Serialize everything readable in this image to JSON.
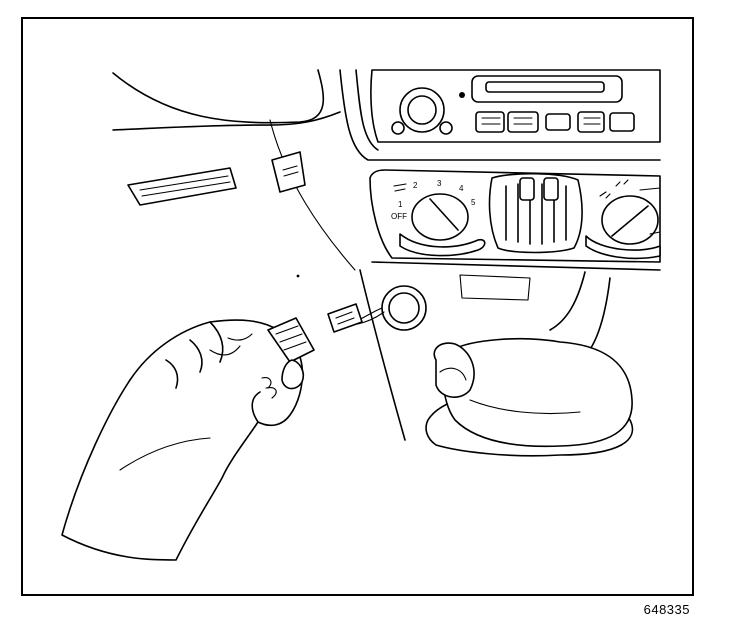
{
  "figure": {
    "reference_number": "648335",
    "dial_labels": {
      "off": "OFF",
      "positions": [
        "1",
        "2",
        "3",
        "4",
        "5"
      ]
    }
  }
}
